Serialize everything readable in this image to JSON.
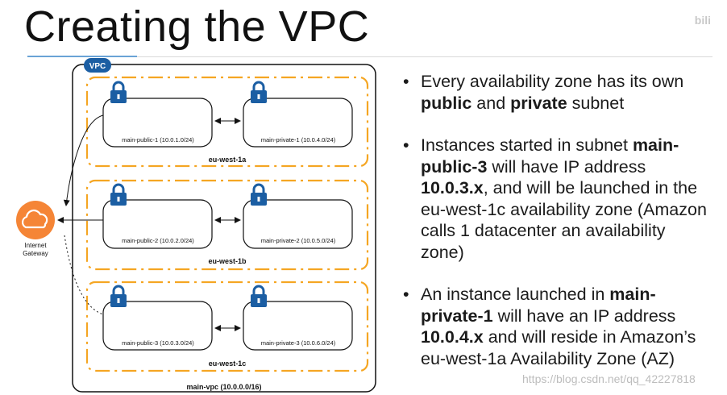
{
  "slide": {
    "title": "Creating the VPC"
  },
  "diagram": {
    "vpc_badge": "VPC",
    "vpc_label": "main-vpc (10.0.0.0/16)",
    "gateway": {
      "line1": "Internet",
      "line2": "Gateway"
    },
    "zones": [
      {
        "name": "eu-west-1a",
        "public": "main-public-1 (10.0.1.0/24)",
        "private": "main-private-1 (10.0.4.0/24)"
      },
      {
        "name": "eu-west-1b",
        "public": "main-public-2 (10.0.2.0/24)",
        "private": "main-private-2 (10.0.5.0/24)"
      },
      {
        "name": "eu-west-1c",
        "public": "main-public-3 (10.0.3.0/24)",
        "private": "main-private-3 (10.0.6.0/24)"
      }
    ],
    "colors": {
      "zone_border": "#F5A623",
      "gateway": "#F58536",
      "lock": "#1B5EA3",
      "vpc_badge": "#1B5EA3"
    }
  },
  "bullets": [
    {
      "p1": "Every availability zone has its own ",
      "b1": "public",
      "p2": " and ",
      "b2": "private",
      "p3": " subnet"
    },
    {
      "p1": "Instances started in subnet ",
      "b1": "main-public-3",
      "p2": " will have IP address ",
      "b2": "10.0.3.x",
      "p3": ", and will be launched in the eu-west-1c availability zone (Amazon calls 1 datacenter an availability zone)"
    },
    {
      "p1": "An instance launched in ",
      "b1": "main-private-1",
      "p2": " will have an IP address ",
      "b2": "10.0.4.x",
      "p3": " and will reside in Amazon’s eu-west-1a Availability Zone (AZ)"
    }
  ],
  "watermarks": {
    "bottom": "https://blog.csdn.net/qq_42227818",
    "top_right": "bili"
  }
}
